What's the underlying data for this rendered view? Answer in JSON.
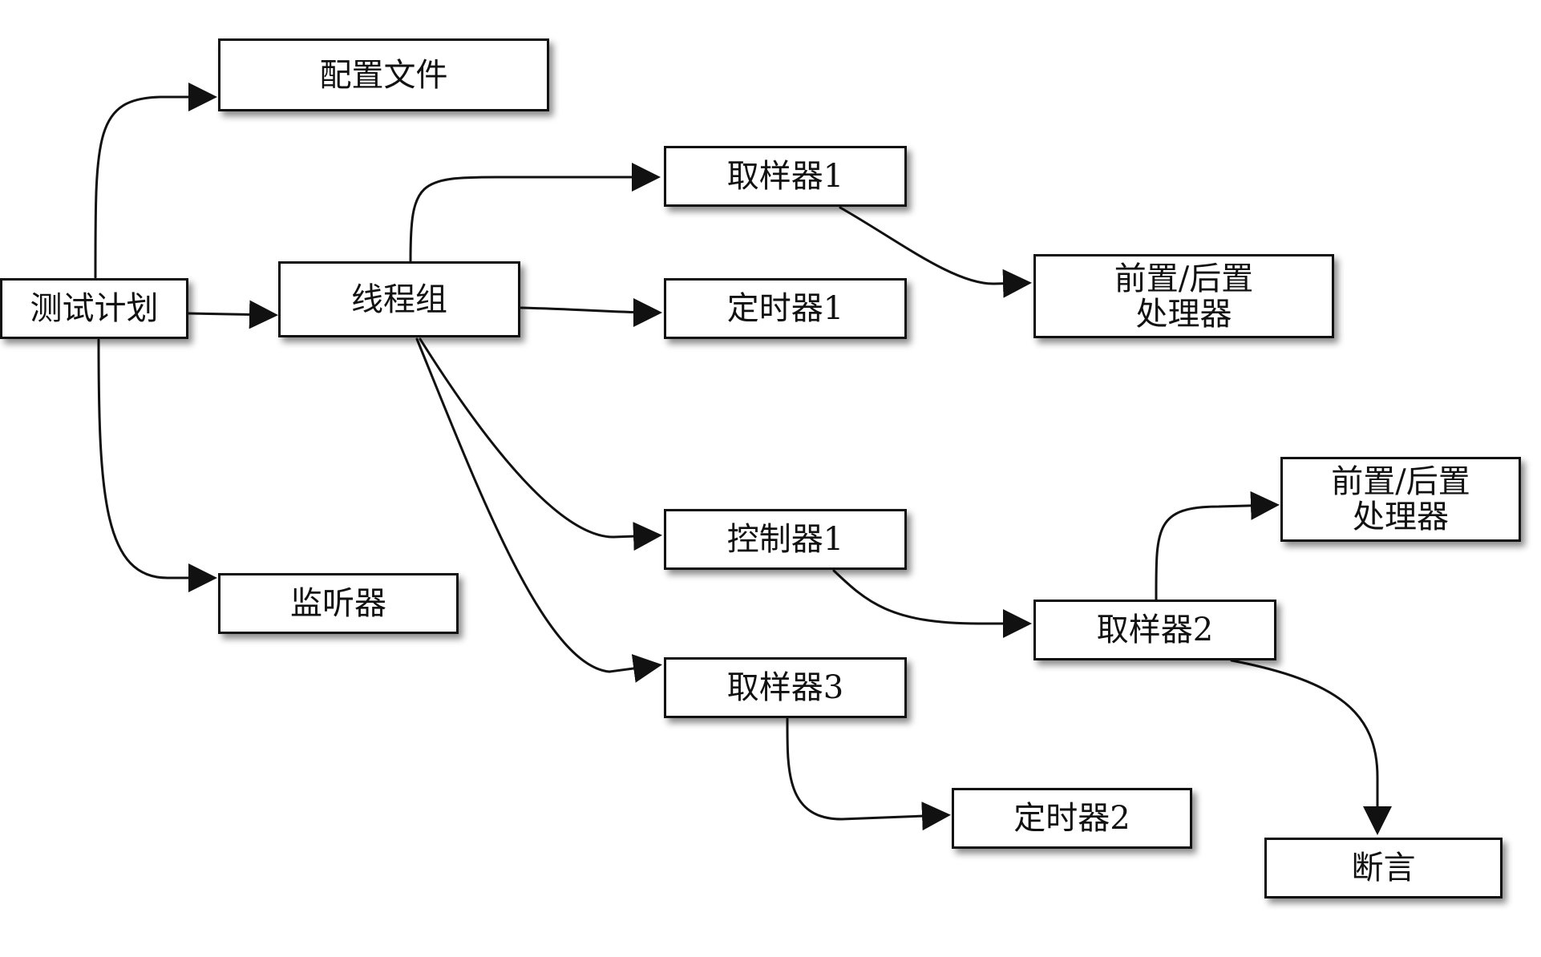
{
  "nodes": {
    "test_plan": "测试计划",
    "config_file": "配置文件",
    "thread_group": "线程组",
    "listener": "监听器",
    "sampler1": "取样器1",
    "timer1": "定时器1",
    "controller1": "控制器1",
    "sampler3": "取样器3",
    "timer2": "定时器2",
    "prepost1": [
      "前置/后置",
      "处理器"
    ],
    "sampler2": "取样器2",
    "prepost2": [
      "前置/后置",
      "处理器"
    ],
    "assertion": "断言"
  },
  "edges": [
    {
      "from": "test_plan",
      "to": "config_file"
    },
    {
      "from": "test_plan",
      "to": "thread_group"
    },
    {
      "from": "test_plan",
      "to": "listener"
    },
    {
      "from": "thread_group",
      "to": "sampler1"
    },
    {
      "from": "thread_group",
      "to": "timer1"
    },
    {
      "from": "thread_group",
      "to": "controller1"
    },
    {
      "from": "thread_group",
      "to": "sampler3"
    },
    {
      "from": "sampler1",
      "to": "prepost1"
    },
    {
      "from": "controller1",
      "to": "sampler2"
    },
    {
      "from": "sampler2",
      "to": "prepost2"
    },
    {
      "from": "sampler2",
      "to": "assertion"
    },
    {
      "from": "sampler3",
      "to": "timer2"
    }
  ]
}
